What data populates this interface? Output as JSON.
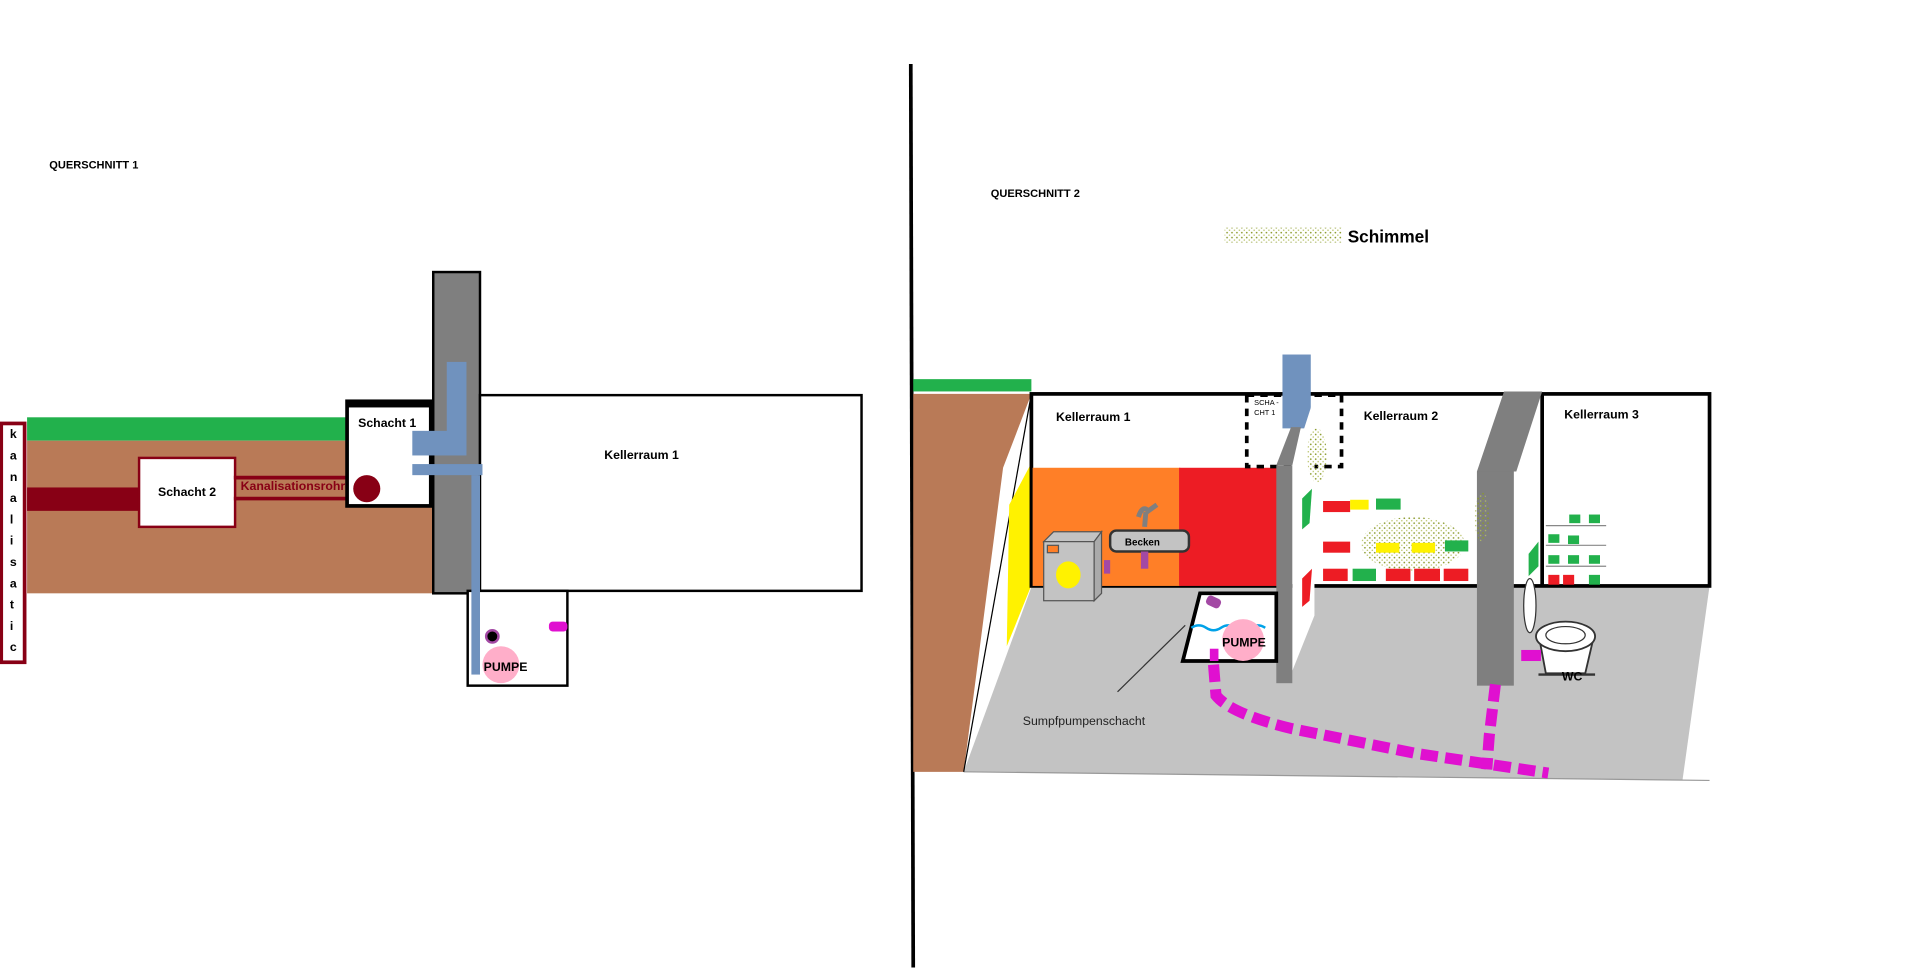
{
  "section1": {
    "title": "QUERSCHNITT   1",
    "kanalisation_letters": [
      "k",
      "a",
      "n",
      "a",
      "l",
      "i",
      "s",
      "a",
      "t",
      "i",
      "c"
    ],
    "schacht2": "Schacht 2",
    "schacht1": "Schacht 1",
    "pipe_label": "Kanalisationsrohr",
    "room": "Kellerraum 1",
    "pump": "PUMPE"
  },
  "section2": {
    "title": "QUERSCHNITT 2",
    "legend_mold": "Schimmel",
    "room1": "Kellerraum 1",
    "room2": "Kellerraum 2",
    "room3": "Kellerraum 3",
    "schacht_line1": "SCHA -",
    "schacht_line2": "CHT 1",
    "sink": "Becken",
    "pump": "PUMPE",
    "sump_label": "Sumpfpumpenschacht",
    "toilet": "WC"
  },
  "colors": {
    "soil": "#b97a57",
    "grass": "#22b14c",
    "sewer": "#880015",
    "wall": "#7f7f7f",
    "pipe": "#7092be",
    "pump": "#ffaec9",
    "drain": "#e010d0",
    "floor": "#c3c3c3",
    "orange": "#ff7f27",
    "red": "#ed1c24",
    "yellow": "#fff200"
  }
}
